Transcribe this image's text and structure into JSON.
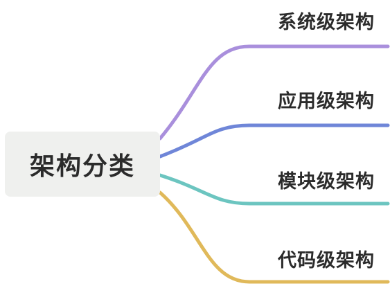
{
  "root": {
    "label": "架构分类"
  },
  "branches": [
    {
      "label": "系统级架构",
      "color": "#a98fdc"
    },
    {
      "label": "应用级架构",
      "color": "#6f86d8"
    },
    {
      "label": "模块级架构",
      "color": "#6cc5c0"
    },
    {
      "label": "代码级架构",
      "color": "#e0b95a"
    }
  ],
  "colors": {
    "root_background": "#eff0ee",
    "text": "#2b2b2b"
  }
}
